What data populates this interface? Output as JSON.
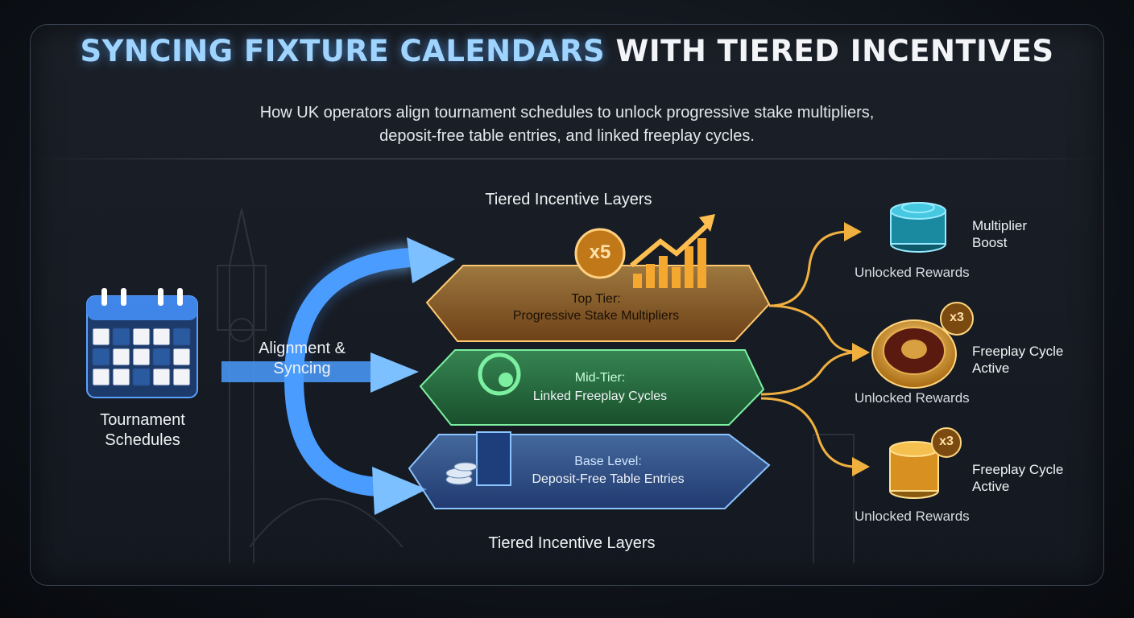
{
  "header": {
    "title_highlight": "SYNCING FIXTURE CALENDARS",
    "title_rest": " WITH TIERED INCENTIVES",
    "subtitle_line1": "How UK operators align tournament schedules to unlock progressive stake multipliers,",
    "subtitle_line2": "deposit-free table entries, and linked freeplay cycles."
  },
  "source": {
    "label_line1": "Tournament",
    "label_line2": "Schedules"
  },
  "flow": {
    "label_line1": "Alignment &",
    "label_line2": "Syncing"
  },
  "layers": {
    "heading_top": "Tiered Incentive Layers",
    "heading_bottom": "Tiered Incentive Layers",
    "top": {
      "badge": "x5",
      "tier": "Top Tier:",
      "name": "Progressive Stake Multipliers"
    },
    "mid": {
      "tier": "Mid-Tier:",
      "name": "Linked Freeplay Cycles"
    },
    "base": {
      "tier": "Base Level:",
      "name": "Deposit-Free Table Entries"
    }
  },
  "rewards": [
    {
      "title_line1": "Multiplier",
      "title_line2": "Boost",
      "caption": "Unlocked Rewards",
      "badge": ""
    },
    {
      "title_line1": "Freeplay Cycle",
      "title_line2": "Active",
      "caption": "Unlocked Rewards",
      "badge": "x3"
    },
    {
      "title_line1": "Freeplay Cycle",
      "title_line2": "Active",
      "caption": "Unlocked Rewards",
      "badge": "x3"
    }
  ],
  "colors": {
    "top_tier": "#f0a030",
    "mid_tier": "#3fd06a",
    "base_tier": "#4a8cff",
    "arrow_blue": "#3d8fff",
    "reward_arrow": "#f0b040"
  }
}
